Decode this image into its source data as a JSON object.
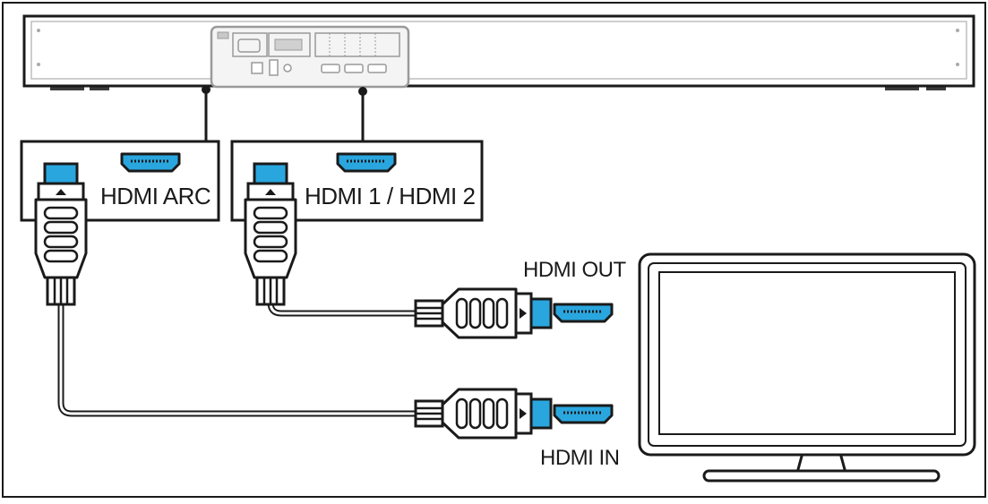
{
  "labels": {
    "hdmi_arc": "HDMI ARC",
    "hdmi_1_2": "HDMI 1 / HDMI 2",
    "hdmi_out": "HDMI OUT",
    "hdmi_in": "HDMI IN"
  },
  "colors": {
    "accent": "#2aa6df",
    "line": "#1a1a1a",
    "panel_gray": "#9a9a9a"
  },
  "icons": [
    "hdmi-port-icon",
    "hdmi-plug-icon",
    "tv-icon",
    "soundbar-icon"
  ]
}
